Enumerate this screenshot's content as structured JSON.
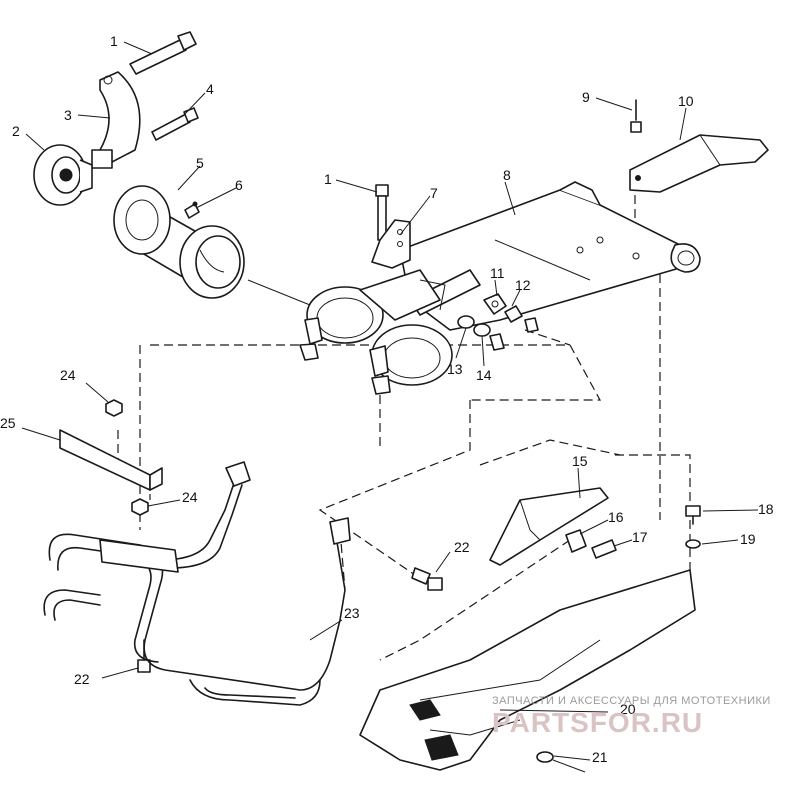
{
  "labels": {
    "c1": "1",
    "c1b": "1",
    "c2": "2",
    "c3": "3",
    "c4": "4",
    "c5": "5",
    "c6": "6",
    "c7": "7",
    "c8": "8",
    "c9": "9",
    "c10": "10",
    "c11": "11",
    "c12": "12",
    "c13": "13",
    "c14": "14",
    "c15": "15",
    "c16": "16",
    "c17": "17",
    "c18": "18",
    "c19": "19",
    "c20": "20",
    "c21": "21",
    "c22a": "22",
    "c22b": "22",
    "c23": "23",
    "c24a": "24",
    "c24b": "24",
    "c25": "25"
  },
  "watermark": {
    "line1": "ЗАПЧАСТИ И АКСЕССУАРЫ ДЛЯ МОТОТЕХНИКИ",
    "line2": "PARTSFOR.RU"
  }
}
